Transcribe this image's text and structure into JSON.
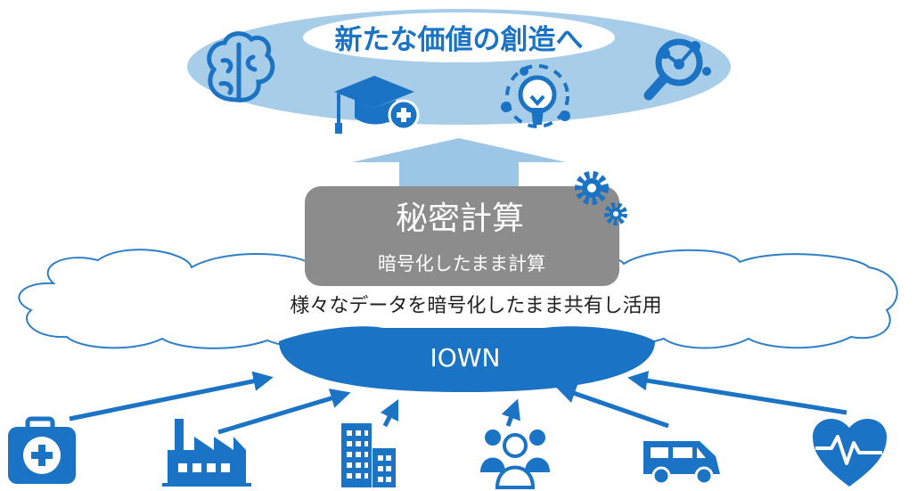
{
  "diagram": {
    "goal_title": "新たな価値の創造へ",
    "core_title": "秘密計算",
    "core_subtitle": "暗号化したまま計算",
    "cloud_text": "様々なデータを暗号化したまま共有し活用",
    "network_label": "IOWN"
  },
  "icons": {
    "goal": [
      "brain-icon",
      "graduation-cap-icon",
      "lightbulb-icon",
      "magnifier-network-icon"
    ],
    "core": "gears-icon",
    "sources": [
      "medical-kit-icon",
      "factory-icon",
      "buildings-icon",
      "people-icon",
      "van-icon",
      "heart-pulse-icon"
    ]
  },
  "colors": {
    "primary_blue": "#1a73c4",
    "light_blue": "#a8cde9",
    "arrow_blue": "#9cc6e6",
    "gray_box": "#8c8c8c",
    "cloud_stroke": "#2e7fc7"
  }
}
